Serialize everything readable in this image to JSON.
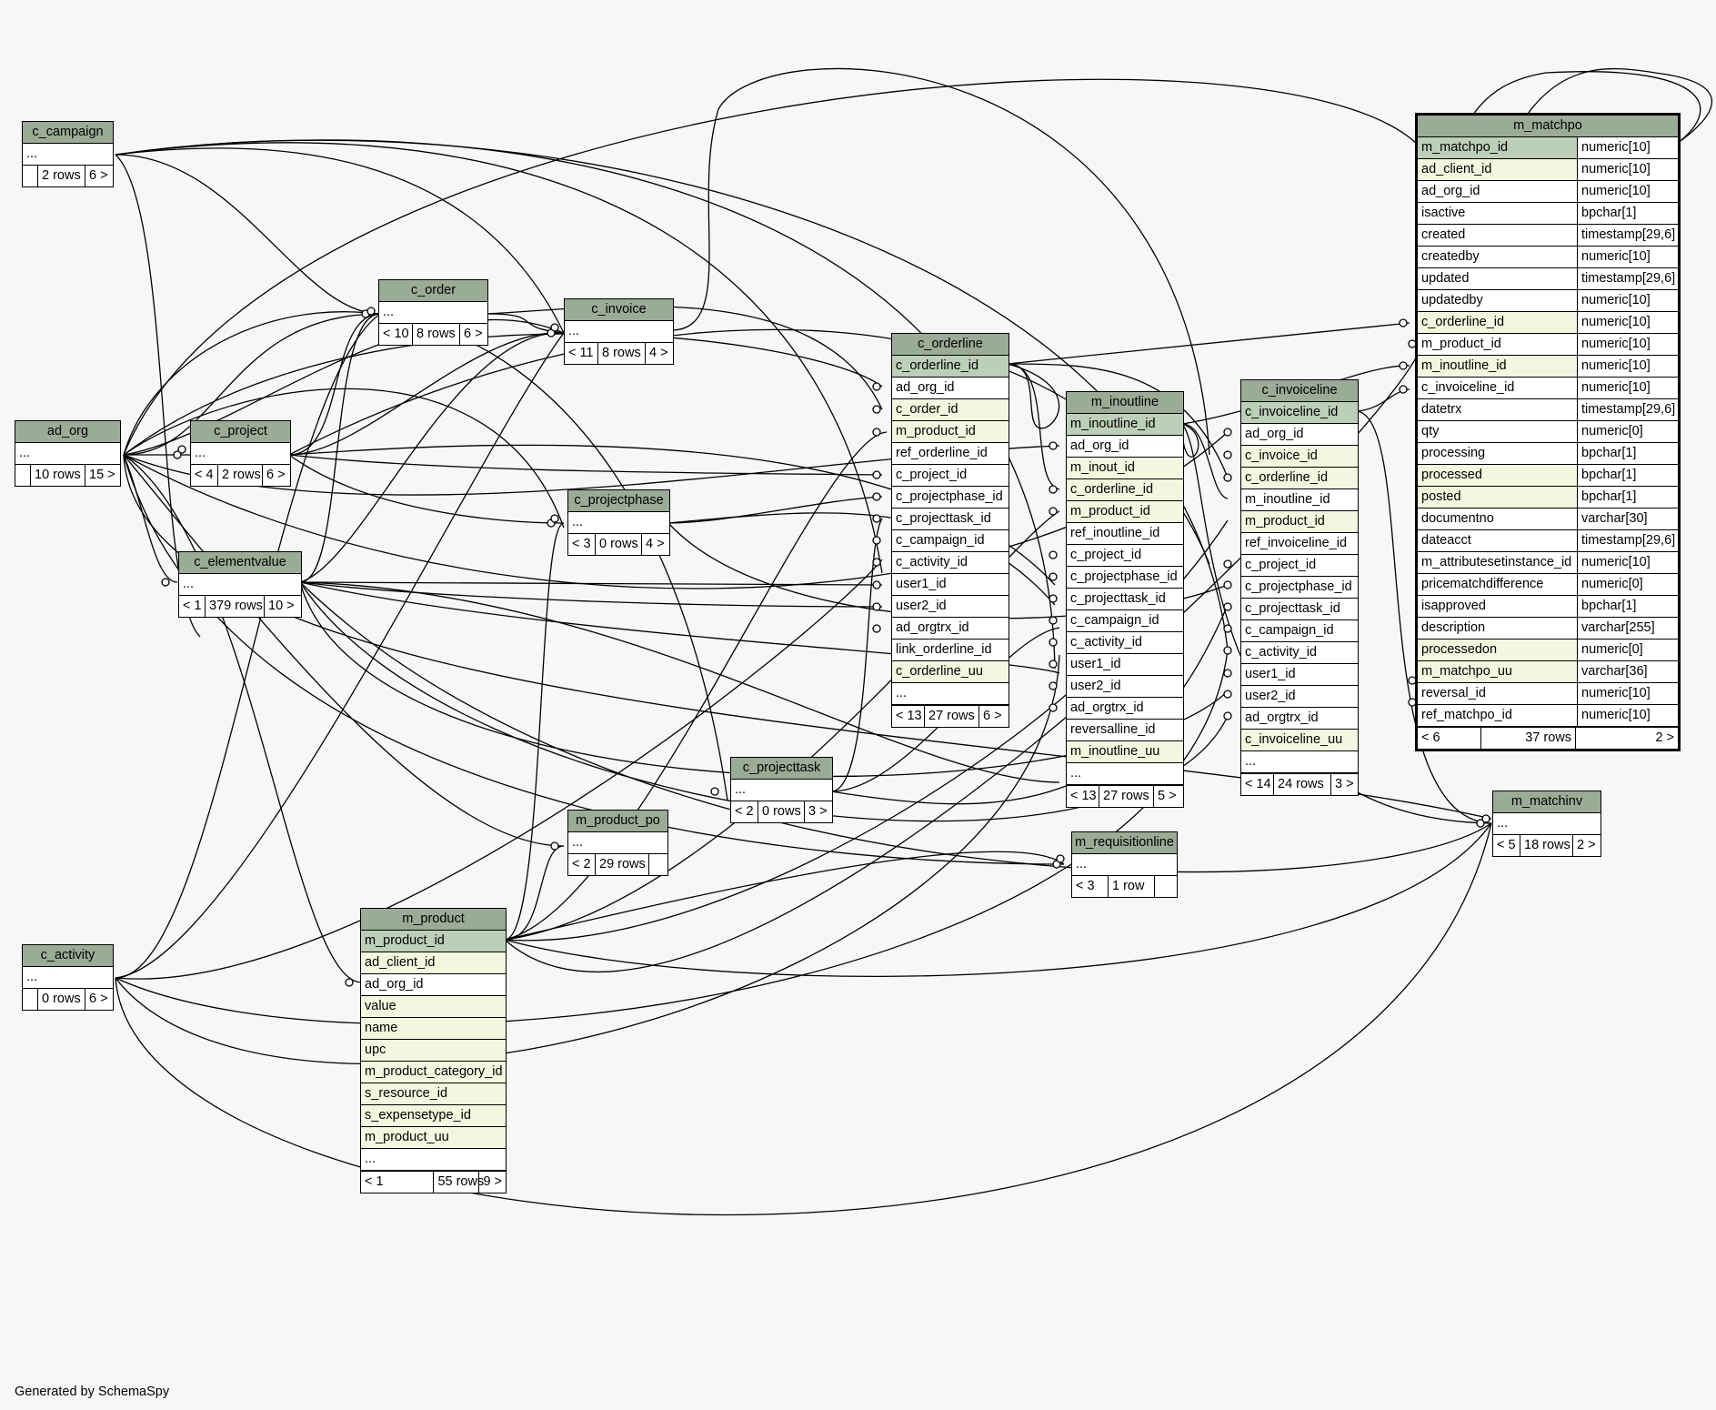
{
  "footer": "Generated by SchemaSpy",
  "colors": {
    "header": "#9aab96",
    "primary_key": "#bccfb8",
    "foreign_key": "#f4f7df",
    "background": "#f7f7f7"
  },
  "tables": {
    "c_campaign": {
      "name": "c_campaign",
      "ellipsis": "...",
      "parents": "",
      "rows": "2 rows",
      "children": "6 >"
    },
    "ad_org": {
      "name": "ad_org",
      "ellipsis": "...",
      "parents": "",
      "rows": "10 rows",
      "children": "15 >"
    },
    "c_activity": {
      "name": "c_activity",
      "ellipsis": "...",
      "parents": "",
      "rows": "0 rows",
      "children": "6 >"
    },
    "c_order": {
      "name": "c_order",
      "ellipsis": "...",
      "parents": "< 10",
      "rows": "8 rows",
      "children": "6 >"
    },
    "c_invoice": {
      "name": "c_invoice",
      "ellipsis": "...",
      "parents": "< 11",
      "rows": "8 rows",
      "children": "4 >"
    },
    "c_project": {
      "name": "c_project",
      "ellipsis": "...",
      "parents": "< 4",
      "rows": "2 rows",
      "children": "6 >"
    },
    "c_elementvalue": {
      "name": "c_elementvalue",
      "ellipsis": "...",
      "parents": "< 1",
      "rows": "379 rows",
      "children": "10 >"
    },
    "c_projectphase": {
      "name": "c_projectphase",
      "ellipsis": "...",
      "parents": "< 3",
      "rows": "0 rows",
      "children": "4 >"
    },
    "c_projecttask": {
      "name": "c_projecttask",
      "ellipsis": "...",
      "parents": "< 2",
      "rows": "0 rows",
      "children": "3 >"
    },
    "m_product_po": {
      "name": "m_product_po",
      "ellipsis": "...",
      "parents": "< 2",
      "rows": "29 rows",
      "children": ""
    },
    "m_requisitionline": {
      "name": "m_requisitionline",
      "ellipsis": "...",
      "parents": "< 3",
      "rows": "1 row",
      "children": ""
    },
    "m_matchinv": {
      "name": "m_matchinv",
      "ellipsis": "...",
      "parents": "< 5",
      "rows": "18 rows",
      "children": "2 >"
    }
  },
  "m_product": {
    "name": "m_product",
    "columns": [
      {
        "name": "m_product_id",
        "kind": "pk"
      },
      {
        "name": "ad_client_id",
        "kind": "fk"
      },
      {
        "name": "ad_org_id",
        "kind": ""
      },
      {
        "name": "value",
        "kind": "fk"
      },
      {
        "name": "name",
        "kind": "fk"
      },
      {
        "name": "upc",
        "kind": "fk"
      },
      {
        "name": "m_product_category_id",
        "kind": "fk"
      },
      {
        "name": "s_resource_id",
        "kind": "fk"
      },
      {
        "name": "s_expensetype_id",
        "kind": "fk"
      },
      {
        "name": "m_product_uu",
        "kind": "fk"
      },
      {
        "name": "...",
        "kind": ""
      }
    ],
    "parents": "< 1",
    "rows": "55 rows",
    "children": "9 >"
  },
  "c_orderline": {
    "name": "c_orderline",
    "columns": [
      {
        "name": "c_orderline_id",
        "kind": "pk"
      },
      {
        "name": "ad_org_id",
        "kind": ""
      },
      {
        "name": "c_order_id",
        "kind": "fk"
      },
      {
        "name": "m_product_id",
        "kind": "fk"
      },
      {
        "name": "ref_orderline_id",
        "kind": ""
      },
      {
        "name": "c_project_id",
        "kind": ""
      },
      {
        "name": "c_projectphase_id",
        "kind": ""
      },
      {
        "name": "c_projecttask_id",
        "kind": ""
      },
      {
        "name": "c_campaign_id",
        "kind": ""
      },
      {
        "name": "c_activity_id",
        "kind": ""
      },
      {
        "name": "user1_id",
        "kind": ""
      },
      {
        "name": "user2_id",
        "kind": ""
      },
      {
        "name": "ad_orgtrx_id",
        "kind": ""
      },
      {
        "name": "link_orderline_id",
        "kind": ""
      },
      {
        "name": "c_orderline_uu",
        "kind": "fk"
      },
      {
        "name": "...",
        "kind": ""
      }
    ],
    "parents": "< 13",
    "rows": "27 rows",
    "children": "6 >"
  },
  "m_inoutline": {
    "name": "m_inoutline",
    "columns": [
      {
        "name": "m_inoutline_id",
        "kind": "pk"
      },
      {
        "name": "ad_org_id",
        "kind": ""
      },
      {
        "name": "m_inout_id",
        "kind": "fk"
      },
      {
        "name": "c_orderline_id",
        "kind": "fk"
      },
      {
        "name": "m_product_id",
        "kind": "fk"
      },
      {
        "name": "ref_inoutline_id",
        "kind": ""
      },
      {
        "name": "c_project_id",
        "kind": ""
      },
      {
        "name": "c_projectphase_id",
        "kind": ""
      },
      {
        "name": "c_projecttask_id",
        "kind": ""
      },
      {
        "name": "c_campaign_id",
        "kind": ""
      },
      {
        "name": "c_activity_id",
        "kind": ""
      },
      {
        "name": "user1_id",
        "kind": ""
      },
      {
        "name": "user2_id",
        "kind": ""
      },
      {
        "name": "ad_orgtrx_id",
        "kind": ""
      },
      {
        "name": "reversalline_id",
        "kind": ""
      },
      {
        "name": "m_inoutline_uu",
        "kind": "fk"
      },
      {
        "name": "...",
        "kind": ""
      }
    ],
    "parents": "< 13",
    "rows": "27 rows",
    "children": "5 >"
  },
  "c_invoiceline": {
    "name": "c_invoiceline",
    "columns": [
      {
        "name": "c_invoiceline_id",
        "kind": "pk"
      },
      {
        "name": "ad_org_id",
        "kind": ""
      },
      {
        "name": "c_invoice_id",
        "kind": "fk"
      },
      {
        "name": "c_orderline_id",
        "kind": "fk"
      },
      {
        "name": "m_inoutline_id",
        "kind": ""
      },
      {
        "name": "m_product_id",
        "kind": "fk"
      },
      {
        "name": "ref_invoiceline_id",
        "kind": ""
      },
      {
        "name": "c_project_id",
        "kind": ""
      },
      {
        "name": "c_projectphase_id",
        "kind": ""
      },
      {
        "name": "c_projecttask_id",
        "kind": ""
      },
      {
        "name": "c_campaign_id",
        "kind": ""
      },
      {
        "name": "c_activity_id",
        "kind": ""
      },
      {
        "name": "user1_id",
        "kind": ""
      },
      {
        "name": "user2_id",
        "kind": ""
      },
      {
        "name": "ad_orgtrx_id",
        "kind": ""
      },
      {
        "name": "c_invoiceline_uu",
        "kind": "fk"
      },
      {
        "name": "...",
        "kind": ""
      }
    ],
    "parents": "< 14",
    "rows": "24 rows",
    "children": "3 >"
  },
  "m_matchpo": {
    "name": "m_matchpo",
    "columns": [
      {
        "name": "m_matchpo_id",
        "type": "numeric[10]",
        "kind": "pk"
      },
      {
        "name": "ad_client_id",
        "type": "numeric[10]",
        "kind": "fk"
      },
      {
        "name": "ad_org_id",
        "type": "numeric[10]",
        "kind": ""
      },
      {
        "name": "isactive",
        "type": "bpchar[1]",
        "kind": ""
      },
      {
        "name": "created",
        "type": "timestamp[29,6]",
        "kind": ""
      },
      {
        "name": "createdby",
        "type": "numeric[10]",
        "kind": ""
      },
      {
        "name": "updated",
        "type": "timestamp[29,6]",
        "kind": ""
      },
      {
        "name": "updatedby",
        "type": "numeric[10]",
        "kind": ""
      },
      {
        "name": "c_orderline_id",
        "type": "numeric[10]",
        "kind": "fk"
      },
      {
        "name": "m_product_id",
        "type": "numeric[10]",
        "kind": ""
      },
      {
        "name": "m_inoutline_id",
        "type": "numeric[10]",
        "kind": "fk"
      },
      {
        "name": "c_invoiceline_id",
        "type": "numeric[10]",
        "kind": ""
      },
      {
        "name": "datetrx",
        "type": "timestamp[29,6]",
        "kind": ""
      },
      {
        "name": "qty",
        "type": "numeric[0]",
        "kind": ""
      },
      {
        "name": "processing",
        "type": "bpchar[1]",
        "kind": ""
      },
      {
        "name": "processed",
        "type": "bpchar[1]",
        "kind": "fk"
      },
      {
        "name": "posted",
        "type": "bpchar[1]",
        "kind": "fk"
      },
      {
        "name": "documentno",
        "type": "varchar[30]",
        "kind": ""
      },
      {
        "name": "dateacct",
        "type": "timestamp[29,6]",
        "kind": ""
      },
      {
        "name": "m_attributesetinstance_id",
        "type": "numeric[10]",
        "kind": ""
      },
      {
        "name": "pricematchdifference",
        "type": "numeric[0]",
        "kind": ""
      },
      {
        "name": "isapproved",
        "type": "bpchar[1]",
        "kind": ""
      },
      {
        "name": "description",
        "type": "varchar[255]",
        "kind": ""
      },
      {
        "name": "processedon",
        "type": "numeric[0]",
        "kind": "fk"
      },
      {
        "name": "m_matchpo_uu",
        "type": "varchar[36]",
        "kind": "fk"
      },
      {
        "name": "reversal_id",
        "type": "numeric[10]",
        "kind": ""
      },
      {
        "name": "ref_matchpo_id",
        "type": "numeric[10]",
        "kind": ""
      }
    ],
    "parents": "< 6",
    "rows": "37 rows",
    "children": "2 >"
  }
}
